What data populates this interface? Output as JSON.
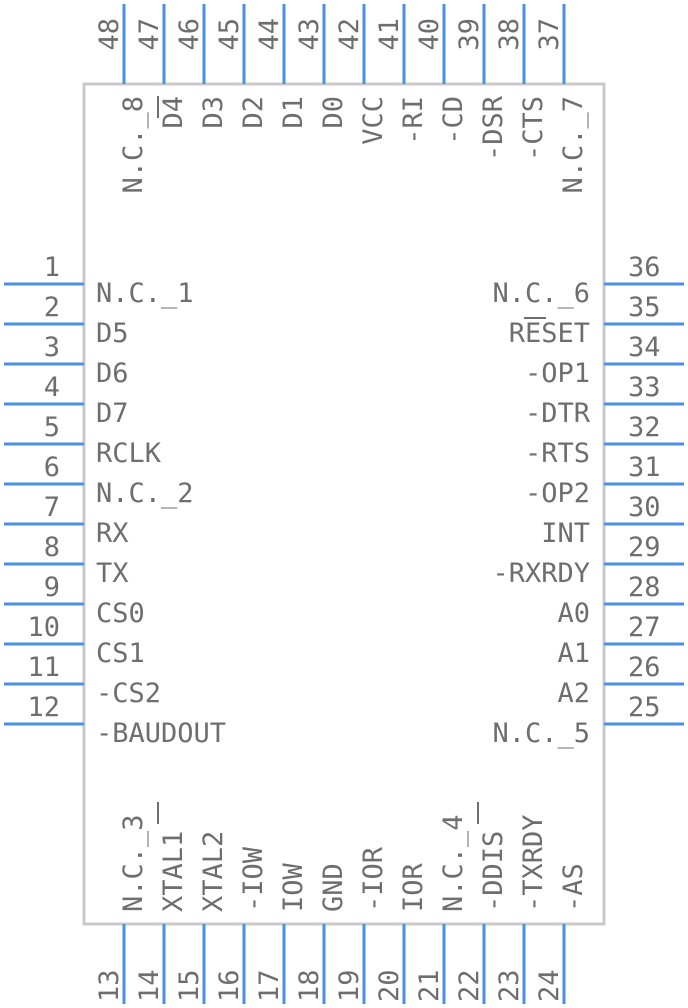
{
  "colors": {
    "pin": "#4a90e2",
    "body_stroke": "#c8c8c8",
    "text": "#6e6e6e"
  },
  "left_pins": [
    {
      "num": "1",
      "name": "N.C._1"
    },
    {
      "num": "2",
      "name": "D5"
    },
    {
      "num": "3",
      "name": "D6"
    },
    {
      "num": "4",
      "name": "D7"
    },
    {
      "num": "5",
      "name": "RCLK"
    },
    {
      "num": "6",
      "name": "N.C._2"
    },
    {
      "num": "7",
      "name": "RX"
    },
    {
      "num": "8",
      "name": "TX"
    },
    {
      "num": "9",
      "name": "CS0"
    },
    {
      "num": "10",
      "name": "CS1"
    },
    {
      "num": "11",
      "name": "-CS2"
    },
    {
      "num": "12",
      "name": "-BAUDOUT"
    }
  ],
  "right_pins": [
    {
      "num": "36",
      "name": "N.C._6"
    },
    {
      "num": "35",
      "name": "RESET"
    },
    {
      "num": "34",
      "name": "-OP1"
    },
    {
      "num": "33",
      "name": "-DTR"
    },
    {
      "num": "32",
      "name": "-RTS"
    },
    {
      "num": "31",
      "name": "-OP2"
    },
    {
      "num": "30",
      "name": "INT"
    },
    {
      "num": "29",
      "name": "-RXRDY"
    },
    {
      "num": "28",
      "name": "A0"
    },
    {
      "num": "27",
      "name": "A1"
    },
    {
      "num": "26",
      "name": "A2"
    },
    {
      "num": "25",
      "name": "N.C._5"
    }
  ],
  "top_pins": [
    {
      "num": "48",
      "name": "N.C._8"
    },
    {
      "num": "47",
      "name": "D4"
    },
    {
      "num": "46",
      "name": "D3"
    },
    {
      "num": "45",
      "name": "D2"
    },
    {
      "num": "44",
      "name": "D1"
    },
    {
      "num": "43",
      "name": "D0"
    },
    {
      "num": "42",
      "name": "VCC"
    },
    {
      "num": "41",
      "name": "-RI"
    },
    {
      "num": "40",
      "name": "-CD"
    },
    {
      "num": "39",
      "name": "-DSR"
    },
    {
      "num": "38",
      "name": "-CTS"
    },
    {
      "num": "37",
      "name": "N.C._7"
    }
  ],
  "bottom_pins": [
    {
      "num": "13",
      "name": "N.C._3"
    },
    {
      "num": "14",
      "name": "XTAL1"
    },
    {
      "num": "15",
      "name": "XTAL2"
    },
    {
      "num": "16",
      "name": "-IOW"
    },
    {
      "num": "17",
      "name": "IOW"
    },
    {
      "num": "18",
      "name": "GND"
    },
    {
      "num": "19",
      "name": "-IOR"
    },
    {
      "num": "20",
      "name": "IOR"
    },
    {
      "num": "21",
      "name": "N.C._4"
    },
    {
      "num": "22",
      "name": "-DDIS"
    },
    {
      "num": "23",
      "name": "-TXRDY"
    },
    {
      "num": "24",
      "name": "-AS"
    }
  ]
}
